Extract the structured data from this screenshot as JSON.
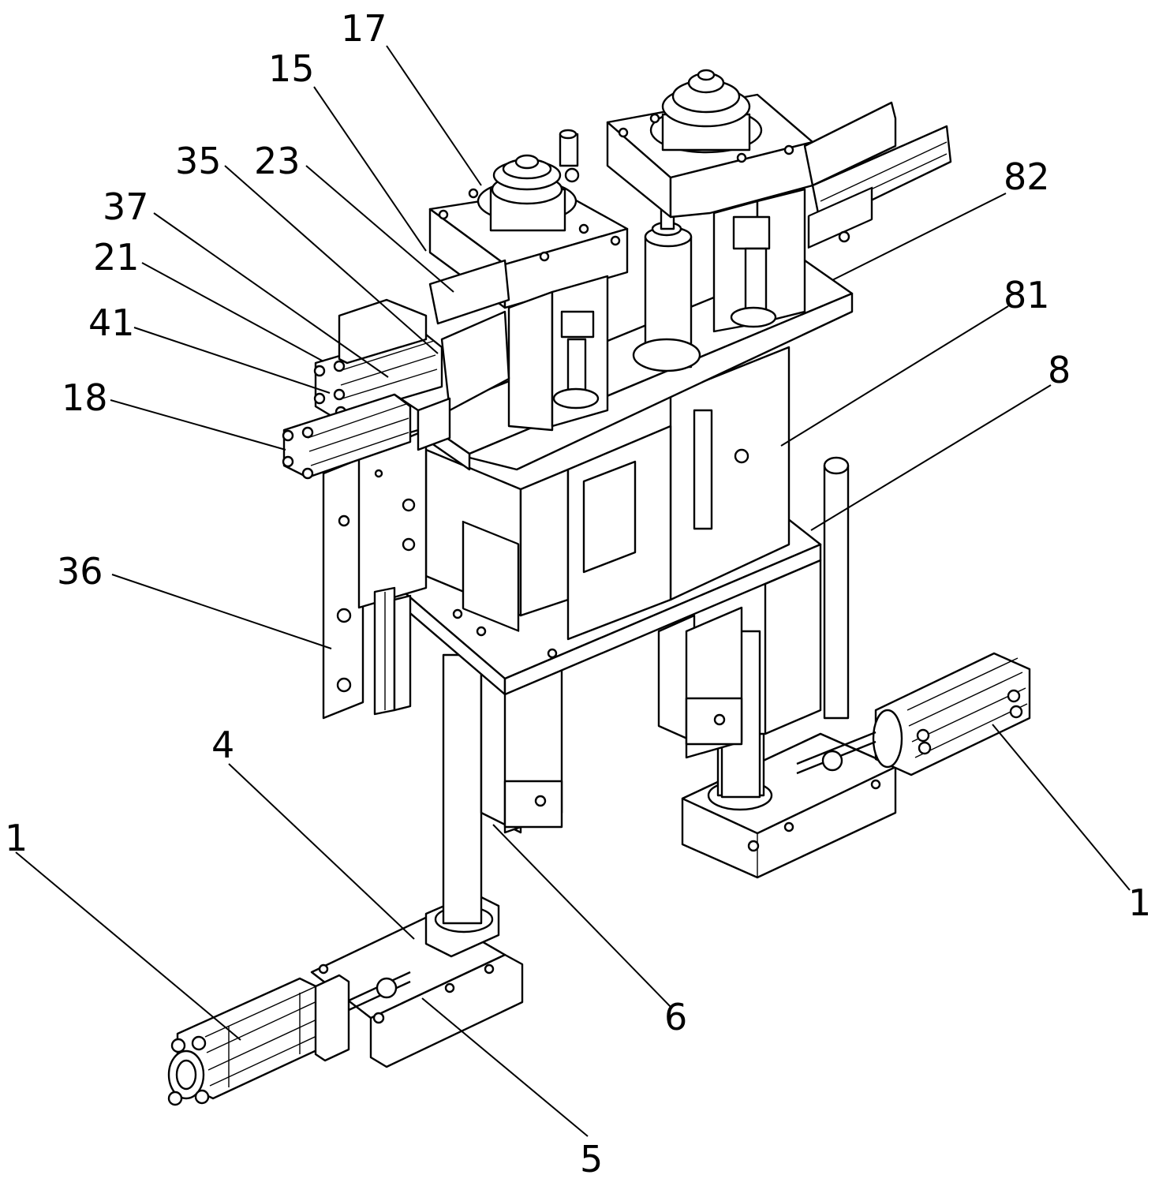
{
  "callouts": [
    {
      "id": "c17",
      "label": "17"
    },
    {
      "id": "c15",
      "label": "15"
    },
    {
      "id": "c35",
      "label": "35"
    },
    {
      "id": "c23",
      "label": "23"
    },
    {
      "id": "c37",
      "label": "37"
    },
    {
      "id": "c21",
      "label": "21"
    },
    {
      "id": "c41",
      "label": "41"
    },
    {
      "id": "c18",
      "label": "18"
    },
    {
      "id": "c36",
      "label": "36"
    },
    {
      "id": "c82",
      "label": "82"
    },
    {
      "id": "c81",
      "label": "81"
    },
    {
      "id": "c8",
      "label": "8"
    },
    {
      "id": "c4",
      "label": "4"
    },
    {
      "id": "c1L",
      "label": "1"
    },
    {
      "id": "c1R",
      "label": "1"
    },
    {
      "id": "c6",
      "label": "6"
    },
    {
      "id": "c5",
      "label": "5"
    }
  ]
}
